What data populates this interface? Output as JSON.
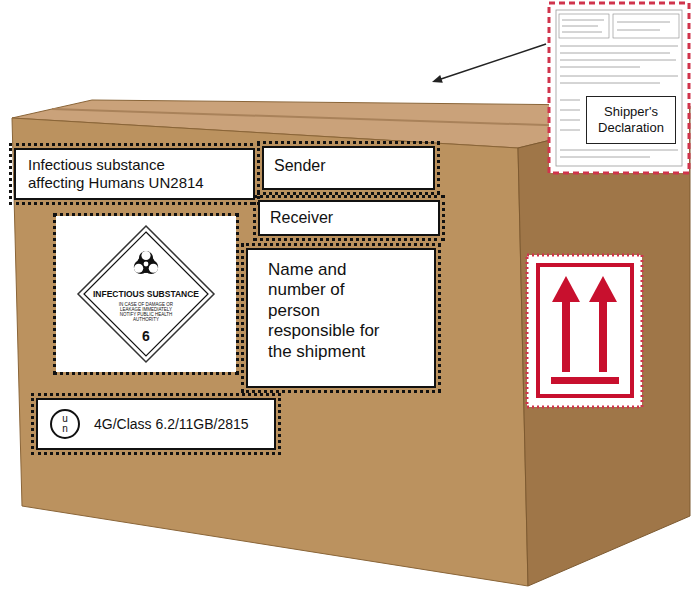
{
  "diagram": {
    "nodes": [
      {
        "text": [
          "Infectious substance affecting Humans UN2814"
        ]
      },
      {
        "text": [
          "Sender"
        ]
      },
      {
        "text": [
          "Receiver"
        ]
      },
      {
        "text": [
          "INFECTIOUS SUBSTANCE",
          "IN CASE OF DAMAGE OR LEAKAGE IMMEDIATELY NOTIFY PUBLIC HEALTH AUTHORITY",
          "6"
        ]
      },
      {
        "text": [
          "Name and number of person responsible for the shipment"
        ]
      },
      {
        "text": [
          "u n",
          "4G/Class 6.2/11GB/2815"
        ]
      },
      {
        "text": [
          "Shipper's Declaration"
        ]
      }
    ]
  }
}
